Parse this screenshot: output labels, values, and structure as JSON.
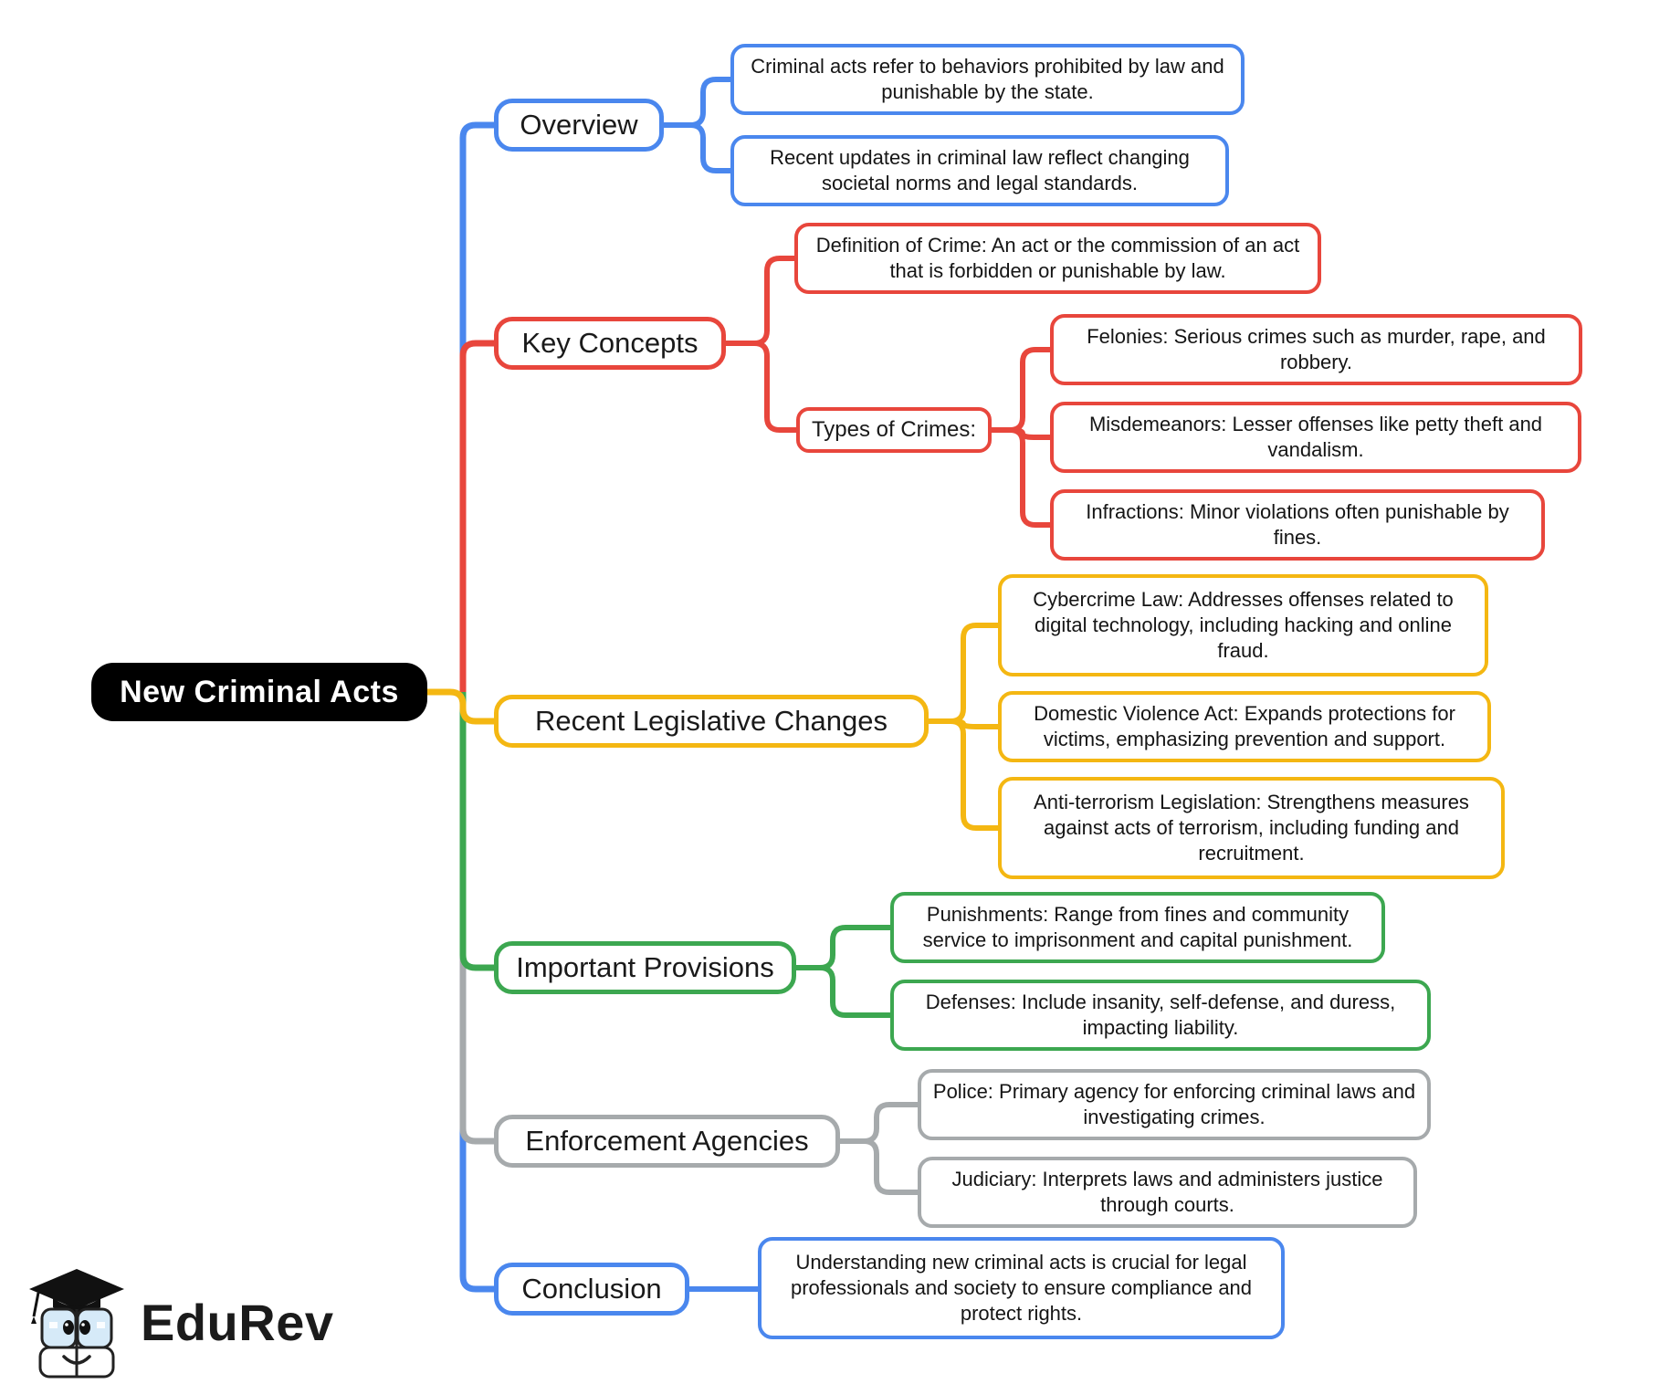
{
  "root": {
    "label": "New Criminal Acts",
    "bg": "#000000",
    "text_color": "#ffffff"
  },
  "branches": [
    {
      "label": "Overview",
      "color": "#4a87ee",
      "children": [
        {
          "text": "Criminal acts refer to behaviors prohibited by law and punishable by the state."
        },
        {
          "text": "Recent updates in criminal law reflect changing societal norms and legal standards."
        }
      ]
    },
    {
      "label": "Key Concepts",
      "color": "#e8463c",
      "children": [
        {
          "text": "Definition of Crime: An act or the commission of an act that is forbidden or punishable by law."
        },
        {
          "label": "Types of Crimes:",
          "children": [
            {
              "text": "Felonies: Serious crimes such as murder, rape, and robbery."
            },
            {
              "text": "Misdemeanors: Lesser offenses like petty theft and vandalism."
            },
            {
              "text": "Infractions: Minor violations often punishable by fines."
            }
          ]
        }
      ]
    },
    {
      "label": "Recent Legislative Changes",
      "color": "#f4b712",
      "children": [
        {
          "text": "Cybercrime Law: Addresses offenses related to digital technology, including hacking and online fraud."
        },
        {
          "text": "Domestic Violence Act: Expands protections for victims, emphasizing prevention and support."
        },
        {
          "text": "Anti-terrorism Legislation: Strengthens measures against acts of terrorism, including funding and recruitment."
        }
      ]
    },
    {
      "label": "Important Provisions",
      "color": "#3ca750",
      "children": [
        {
          "text": "Punishments: Range from fines and community service to imprisonment and capital punishment."
        },
        {
          "text": "Defenses: Include insanity, self-defense, and duress, impacting liability."
        }
      ]
    },
    {
      "label": "Enforcement Agencies",
      "color": "#a6aaac",
      "children": [
        {
          "text": "Police: Primary agency for enforcing criminal laws and investigating crimes."
        },
        {
          "text": "Judiciary: Interprets laws and administers justice through courts."
        }
      ]
    },
    {
      "label": "Conclusion",
      "color": "#4a87ee",
      "children": [
        {
          "text": "Understanding new criminal acts is crucial for legal professionals and society to ensure compliance and protect rights."
        }
      ]
    }
  ],
  "logo": {
    "text": "EduRev"
  }
}
